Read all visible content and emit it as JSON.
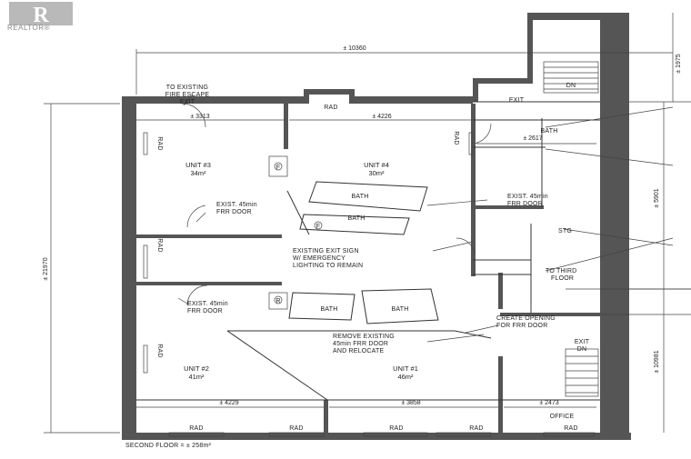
{
  "logo": {
    "text": "REALTOR®"
  },
  "dimensions": {
    "top_overall": "± 10360",
    "room3_width": "± 3313",
    "room4_width": "± 4226",
    "bath_width": "± 2617",
    "bottom_left": "± 4229",
    "bottom_mid": "± 3858",
    "bottom_right": "± 2473",
    "left_height": "± 21970",
    "right_top": "± 1975",
    "right_mid": "± 5901",
    "right_bottom": "± 10981"
  },
  "labels": {
    "fire_escape": [
      "TO EXISTING",
      "FIRE ESCAPE",
      "EXIT"
    ],
    "rad": "RAD",
    "exit": "EXIT",
    "dn": "DN",
    "bath": "BATH",
    "unit3": [
      "UNIT #3",
      "34m²"
    ],
    "unit4": [
      "UNIT #4",
      "30m²"
    ],
    "unit2": [
      "UNIT #2",
      "41m²"
    ],
    "unit1": [
      "UNIT #1",
      "46m²"
    ],
    "exist_frr_1": [
      "EXIST. 45min",
      "FRR DOOR"
    ],
    "exist_frr_2": [
      "EXIST. 45min",
      "FRR DOOR"
    ],
    "exist_frr_3": [
      "EXIST. 45min",
      "FRR DOOR"
    ],
    "exit_sign": [
      "EXISTING EXIT SIGN",
      "W/ EMERGENCY",
      "LIGHTING TO REMAIN"
    ],
    "stg": "STG",
    "third_floor": [
      "TO THIRD",
      "FLOOR"
    ],
    "create_opening": [
      "CREATE OPENING",
      "FOR FRR DOOR"
    ],
    "remove_door": [
      "REMOVE EXISTING",
      "45min FRR DOOR",
      "AND RELOCATE"
    ],
    "exit_dn": [
      "EXIT",
      "DN"
    ],
    "office": "OFFICE",
    "frig_f": "F",
    "frig_r": "R",
    "floor_caption": "SECOND FLOOR = ± 258m²"
  }
}
